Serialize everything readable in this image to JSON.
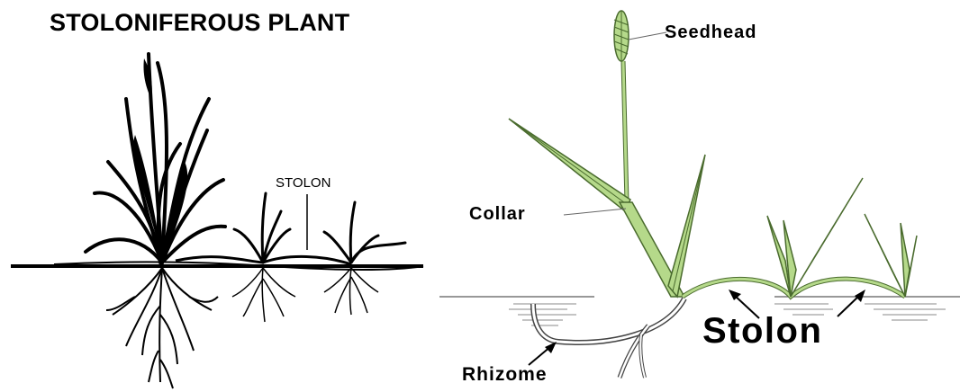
{
  "left_panel": {
    "title": "STOLONIFEROUS PLANT",
    "stolon_label": "STOLON"
  },
  "right_panel": {
    "seedhead_label": "Seedhead",
    "collar_label": "Collar",
    "stolon_label": "Stolon",
    "rhizome_label": "Rhizome"
  },
  "colors": {
    "leaf_fill": "#b5d98a",
    "leaf_stroke": "#4a6b2e",
    "ink": "#000000"
  }
}
